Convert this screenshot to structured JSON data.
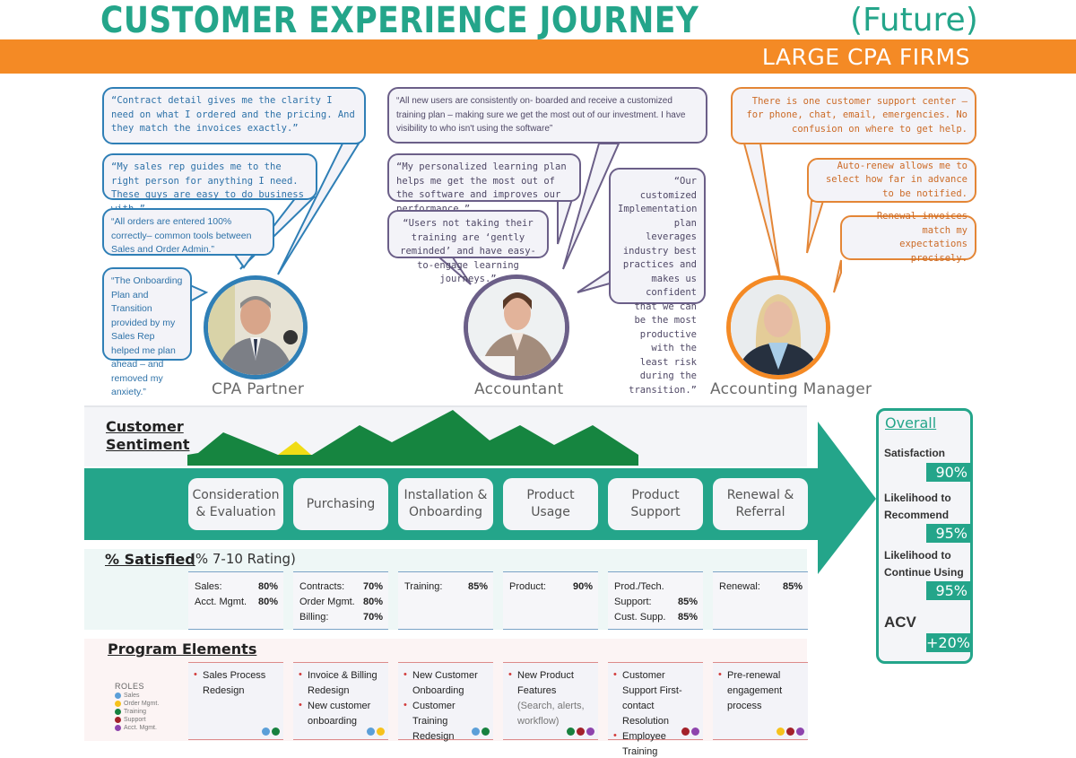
{
  "header": {
    "title": "CUSTOMER EXPERIENCE JOURNEY",
    "title_suffix": "(Future)",
    "banner": "LARGE CPA FIRMS"
  },
  "colors": {
    "teal": "#24a58a",
    "orange": "#f48a25",
    "sentiment_green": "#168540",
    "sentiment_yellow": "#f0dc16",
    "cpa_partner": "#2f7fb6",
    "accountant": "#6b5f88",
    "accounting_manager": "#e48636"
  },
  "personas": [
    {
      "name": "CPA Partner",
      "quotes": [
        "“Contract detail gives me the clarity I need on what I ordered and the pricing.  And they match the invoices exactly.”",
        "“My sales rep guides me to the right person for anything I need.  These guys are easy to do business with.”",
        "“All orders are entered 100% correctly– common tools between Sales and Order Admin.”",
        "“The Onboarding Plan and Transition provided by my Sales Rep helped me plan ahead – and removed my anxiety.”"
      ]
    },
    {
      "name": "Accountant",
      "quotes": [
        "“All new users are consistently on- boarded and receive a customized training plan – making sure we get the most out of our investment.  I have visibility to who isn't using the software”",
        "“My personalized learning plan helps me get the most out of the software and improves our performance.”",
        "“Users not taking their training are ‘gently reminded’ and have easy-to-engage learning journeys.”",
        "“Our customized Implementation plan leverages industry best practices and makes us confident that we can be the most productive with the least risk during the transition.”"
      ]
    },
    {
      "name": "Accounting Manager",
      "quotes": [
        "There is one customer support center – for phone, chat, email, emergencies.  No confusion on where to get help.",
        "Auto-renew allows me to select how far in advance to be notified.",
        "Renewal invoices match my expectations precisely."
      ]
    }
  ],
  "sentiment": {
    "label_line1": "Customer",
    "label_line2": "Sentiment"
  },
  "stages": [
    {
      "line1": "Consideration",
      "line2": "& Evaluation"
    },
    {
      "line1": "Purchasing",
      "line2": ""
    },
    {
      "line1": "Installation &",
      "line2": "Onboarding"
    },
    {
      "line1": "Product",
      "line2": "Usage"
    },
    {
      "line1": "Product",
      "line2": "Support"
    },
    {
      "line1": "Renewal &",
      "line2": "Referral"
    }
  ],
  "satisfied": {
    "heading": "% Satisfied",
    "subheading": "(% 7-10 Rating)",
    "columns": [
      [
        {
          "label": "Sales:",
          "value": "80%"
        },
        {
          "label": "Acct. Mgmt.",
          "value": "80%"
        }
      ],
      [
        {
          "label": "Contracts:",
          "value": "70%"
        },
        {
          "label": "Order Mgmt.",
          "value": "80%"
        },
        {
          "label": "Billing:",
          "value": "70%"
        }
      ],
      [
        {
          "label": "Training:",
          "value": "85%"
        }
      ],
      [
        {
          "label": "Product:",
          "value": "90%"
        }
      ],
      [
        {
          "label": "Prod./Tech.",
          "value": ""
        },
        {
          "label": "Support:",
          "value": "85%"
        },
        {
          "label": "Cust. Supp.",
          "value": "85%"
        }
      ],
      [
        {
          "label": "Renewal:",
          "value": "85%"
        }
      ]
    ]
  },
  "program": {
    "heading": "Program Elements",
    "roles_title": "ROLES",
    "roles": [
      {
        "name": "Sales",
        "color": "#5b9fd8"
      },
      {
        "name": "Order Mgmt.",
        "color": "#f6c21c"
      },
      {
        "name": "Training",
        "color": "#17813f"
      },
      {
        "name": "Support",
        "color": "#a3212a"
      },
      {
        "name": "Acct. Mgmt.",
        "color": "#8e44ad"
      }
    ],
    "columns": [
      {
        "items": [
          "Sales Process Redesign"
        ],
        "note": "",
        "roles": [
          "#5b9fd8",
          "#17813f"
        ]
      },
      {
        "items": [
          "Invoice & Billing Redesign",
          "New customer onboarding"
        ],
        "note": "",
        "roles": [
          "#5b9fd8",
          "#f6c21c"
        ]
      },
      {
        "items": [
          "New Customer Onboarding",
          "Customer Training Redesign"
        ],
        "note": "",
        "roles": [
          "#5b9fd8",
          "#17813f"
        ]
      },
      {
        "items": [
          "New Product Features"
        ],
        "note": "(Search, alerts, workflow)",
        "roles": [
          "#17813f",
          "#a3212a",
          "#8e44ad"
        ]
      },
      {
        "items": [
          "Customer Support First-contact Resolution",
          "Employee Training"
        ],
        "note": "",
        "roles": [
          "#a3212a",
          "#8e44ad"
        ]
      },
      {
        "items": [
          "Pre-renewal engagement process"
        ],
        "note": "",
        "roles": [
          "#f6c21c",
          "#a3212a",
          "#8e44ad"
        ]
      }
    ]
  },
  "overall": {
    "heading": "Overall",
    "metrics": [
      {
        "label_line1": "Satisfaction",
        "label_line2": "",
        "value": "90%"
      },
      {
        "label_line1": "Likelihood to",
        "label_line2": "Recommend",
        "value": "95%"
      },
      {
        "label_line1": "Likelihood to",
        "label_line2": "Continue Using",
        "value": "95%"
      }
    ],
    "acv_label": "ACV",
    "acv_value": "+20%"
  }
}
